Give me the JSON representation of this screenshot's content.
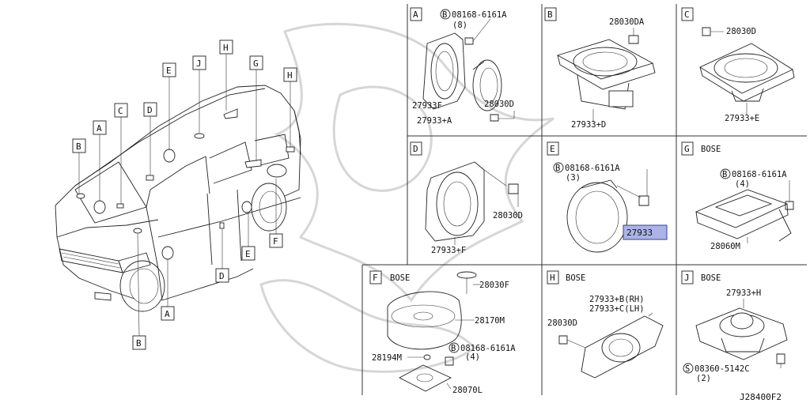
{
  "vehicle_callouts": [
    {
      "id": "B1",
      "letter": "B"
    },
    {
      "id": "A1",
      "letter": "A"
    },
    {
      "id": "C1",
      "letter": "C"
    },
    {
      "id": "D1",
      "letter": "D"
    },
    {
      "id": "E1",
      "letter": "E"
    },
    {
      "id": "J1",
      "letter": "J"
    },
    {
      "id": "H1",
      "letter": "H"
    },
    {
      "id": "G1",
      "letter": "G"
    },
    {
      "id": "H2",
      "letter": "H"
    },
    {
      "id": "F1",
      "letter": "F"
    },
    {
      "id": "E2",
      "letter": "E"
    },
    {
      "id": "D2",
      "letter": "D"
    },
    {
      "id": "A2",
      "letter": "A"
    },
    {
      "id": "B2",
      "letter": "B"
    }
  ],
  "panels": {
    "A": {
      "letter": "A",
      "bolt": "08168-6161A",
      "qty": "(8)",
      "parts": [
        "27933F",
        "28030D",
        "27933+A"
      ]
    },
    "B": {
      "letter": "B",
      "parts": [
        "28030DA",
        "27933+D"
      ]
    },
    "C": {
      "letter": "C",
      "parts": [
        "28030D",
        "27933+E"
      ]
    },
    "D": {
      "letter": "D",
      "parts": [
        "28030D",
        "27933+F"
      ]
    },
    "E": {
      "letter": "E",
      "bolt": "08168-6161A",
      "qty": "(3)",
      "highlight": "27933"
    },
    "G": {
      "letter": "G",
      "note": "BOSE",
      "bolt": "08168-6161A",
      "qty": "(4)",
      "parts": [
        "28060M"
      ]
    },
    "F": {
      "letter": "F",
      "note": "BOSE",
      "bolt": "08168-6161A",
      "qty": "(4)",
      "parts": [
        "28030F",
        "28170M",
        "28194M",
        "28070L"
      ]
    },
    "H": {
      "letter": "H",
      "note": "BOSE",
      "parts": [
        "27933+B(RH)",
        "27933+C(LH)",
        "28030D"
      ]
    },
    "J": {
      "letter": "J",
      "note": "BOSE",
      "bolt": "08360-5142C",
      "qty": "(2)",
      "parts": [
        "27933+H"
      ]
    }
  },
  "bolt_prefix_B": "B",
  "bolt_prefix_S": "S",
  "diagram_id": "J28400F2"
}
